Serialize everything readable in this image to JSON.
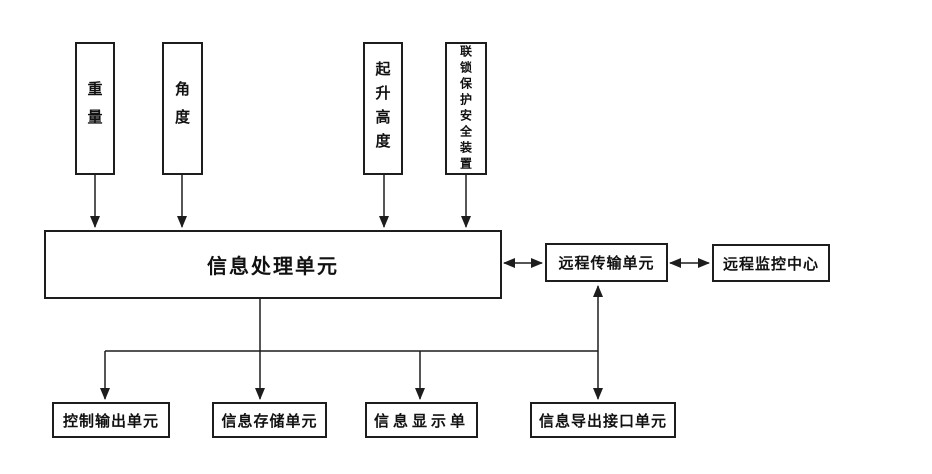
{
  "diagram": {
    "background_color": "#ffffff",
    "line_color": "#1d1d1d",
    "sensors": [
      {
        "label": "重量"
      },
      {
        "label": "角度"
      },
      {
        "label": "起升高度"
      },
      {
        "label": "联锁保护安全装置"
      }
    ],
    "processing_unit": {
      "label": "信息处理单元"
    },
    "remote": {
      "transmission_unit": {
        "label": "远程传输单元"
      },
      "monitoring_center": {
        "label": "远程监控中心"
      }
    },
    "outputs": [
      {
        "label": "控制输出单元"
      },
      {
        "label": "信息存储单元"
      },
      {
        "label": "信息显示单"
      },
      {
        "label": "信息导出接口单元"
      }
    ]
  }
}
